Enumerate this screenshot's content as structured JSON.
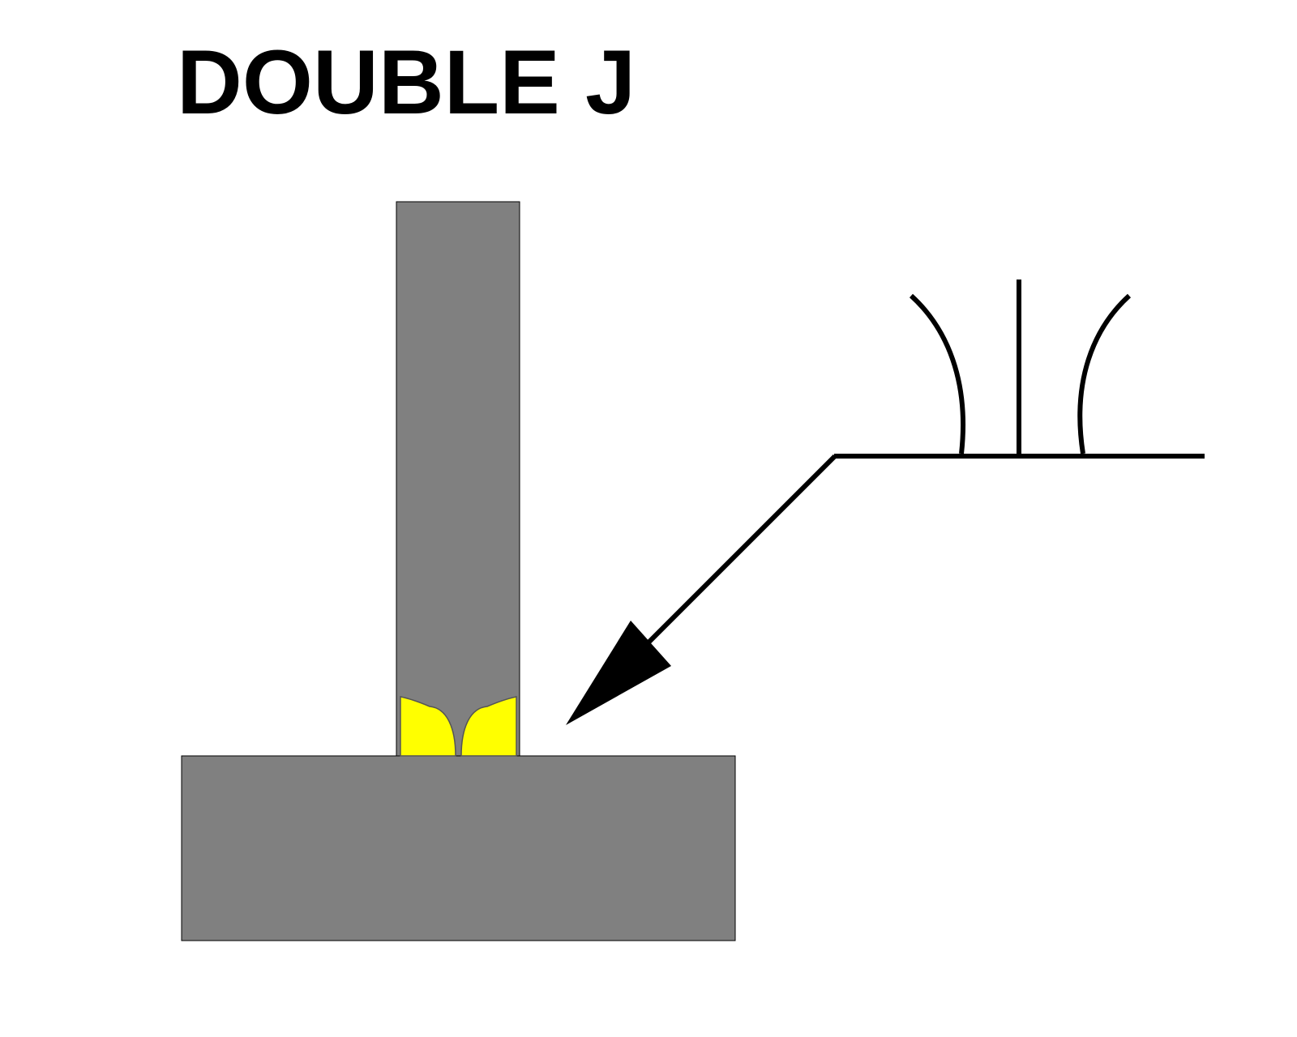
{
  "title": "DOUBLE J",
  "colors": {
    "background": "#ffffff",
    "base_metal": "#808080",
    "weld_metal": "#ffff00",
    "outline": "#000000",
    "symbol_line": "#000000"
  },
  "icons": {
    "weld_symbol": "double-j-groove-weld-symbol",
    "arrow": "arrow-head"
  }
}
